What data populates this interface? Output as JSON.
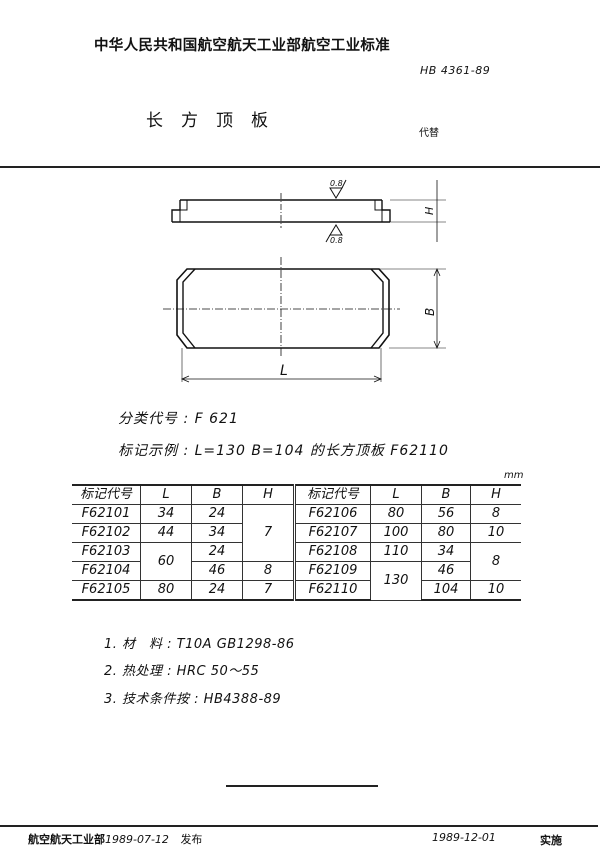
{
  "header": {
    "org_title": "中华人民共和国航空航天工业部航空工业标准",
    "standard_number": "HB 4361-89",
    "doc_title": "长方顶板",
    "replaces_label": "代替"
  },
  "drawing": {
    "surface_roughness_top": "0.8",
    "surface_roughness_bottom": "0.8",
    "dim_height": "H",
    "dim_width": "B",
    "dim_length": "L"
  },
  "info": {
    "classification_label": "分类代号",
    "classification_value": "F 621",
    "marking_label": "标记示例",
    "marking_value": "L=130  B=104 的长方顶板  F62110"
  },
  "table": {
    "unit": "mm",
    "headers": [
      "标记代号",
      "L",
      "B",
      "H",
      "标记代号",
      "L",
      "B",
      "H"
    ],
    "left_rows": [
      {
        "code": "F62101",
        "L": "34",
        "B": "24",
        "H": "7"
      },
      {
        "code": "F62102",
        "L": "44",
        "B": "34",
        "H": "7"
      },
      {
        "code": "F62103",
        "L": "60",
        "B": "24",
        "H": "7"
      },
      {
        "code": "F62104",
        "L": "60",
        "B": "46",
        "H": "8"
      },
      {
        "code": "F62105",
        "L": "80",
        "B": "24",
        "H": "7"
      }
    ],
    "right_rows": [
      {
        "code": "F62106",
        "L": "80",
        "B": "56",
        "H": "8"
      },
      {
        "code": "F62107",
        "L": "100",
        "B": "80",
        "H": "10"
      },
      {
        "code": "F62108",
        "L": "110",
        "B": "34",
        "H": "8"
      },
      {
        "code": "F62109",
        "L": "130",
        "B": "46",
        "H": "8"
      },
      {
        "code": "F62110",
        "L": "130",
        "B": "104",
        "H": "10"
      }
    ]
  },
  "notes": [
    "1. 材　料 : T10A  GB1298-86",
    "2. 热处理 : HRC 50～55",
    "3. 技术条件按 : HB4388-89"
  ],
  "footer": {
    "issuer": "航空航天工业部",
    "issue_date": "1989-07-12",
    "issue_label": "发布",
    "impl_date": "1989-12-01",
    "impl_label": "实施"
  }
}
